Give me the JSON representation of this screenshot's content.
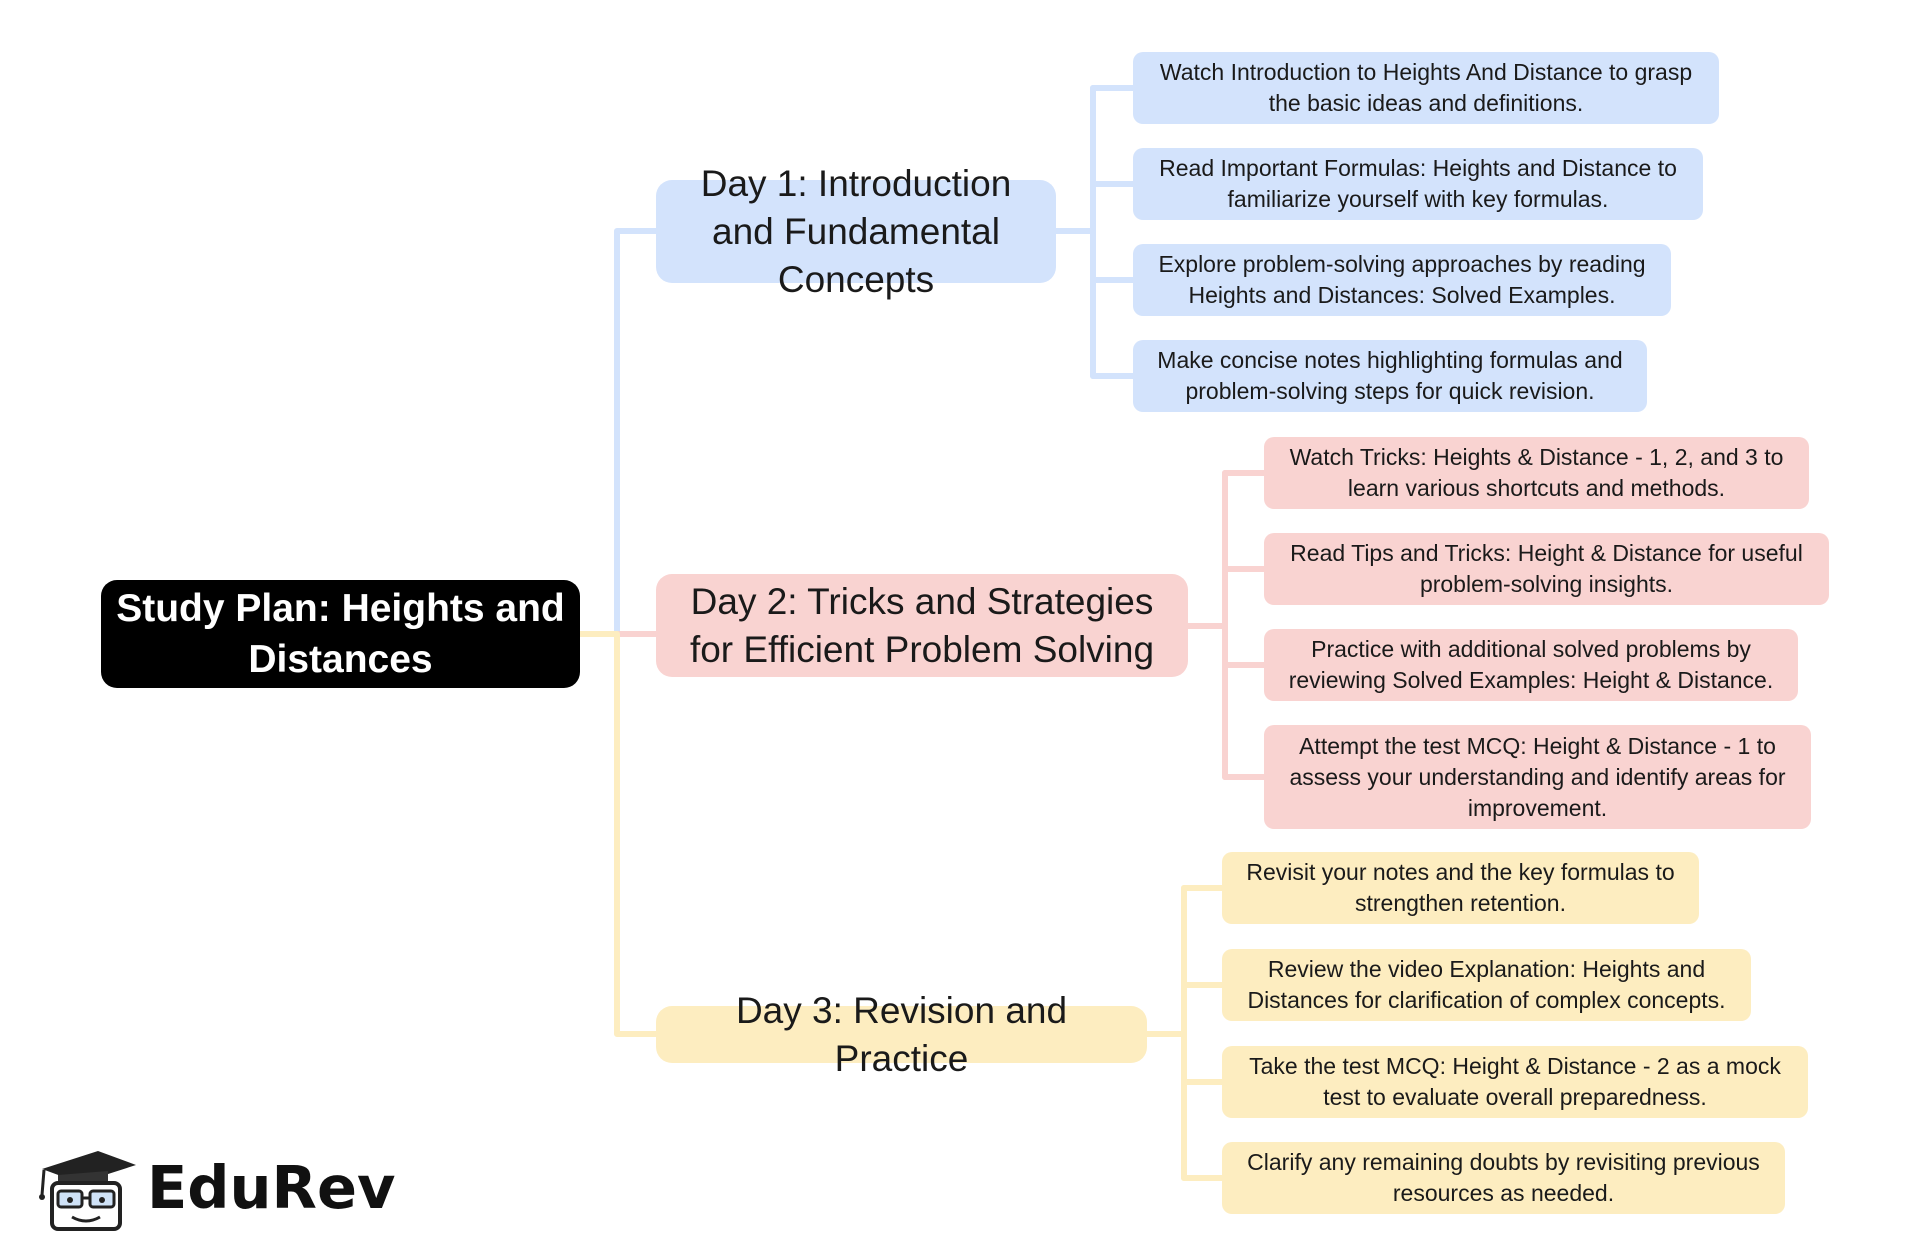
{
  "root": {
    "title": "Study Plan: Heights and Distances"
  },
  "colors": {
    "day1": "#d3e3fc",
    "day2": "#f9d3d1",
    "day3": "#fdedc0",
    "root": "#000000"
  },
  "days": [
    {
      "title": "Day 1: Introduction and Fundamental Concepts",
      "tasks": [
        "Watch Introduction to Heights And Distance to grasp the basic ideas and definitions.",
        "Read Important Formulas: Heights and Distance to familiarize yourself with key formulas.",
        "Explore problem-solving approaches by reading Heights and Distances: Solved Examples.",
        "Make concise notes highlighting formulas and problem-solving steps for quick revision."
      ]
    },
    {
      "title": "Day 2: Tricks and Strategies for Efficient Problem Solving",
      "tasks": [
        "Watch Tricks: Heights & Distance - 1, 2, and 3 to learn various shortcuts and methods.",
        "Read Tips and Tricks: Height & Distance for useful problem-solving insights.",
        "Practice with additional solved problems by reviewing Solved Examples: Height & Distance.",
        "Attempt the test MCQ: Height & Distance - 1 to assess your understanding and identify areas for improvement."
      ]
    },
    {
      "title": "Day 3: Revision and Practice",
      "tasks": [
        "Revisit your notes and the key formulas to strengthen retention.",
        "Review the video Explanation: Heights and Distances for clarification of complex concepts.",
        "Take the test MCQ: Height & Distance - 2 as a mock test to evaluate overall preparedness.",
        "Clarify any remaining doubts by revisiting previous resources as needed."
      ]
    }
  ],
  "logo": {
    "text": "EduRev",
    "icon": "mortarboard-icon"
  }
}
